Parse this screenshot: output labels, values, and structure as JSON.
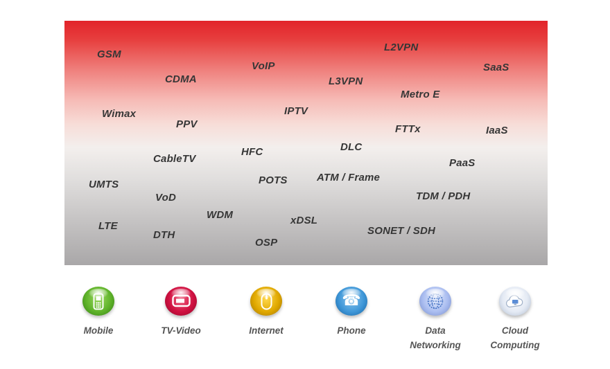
{
  "cloud": {
    "terms": [
      {
        "label": "GSM"
      },
      {
        "label": "VoIP"
      },
      {
        "label": "L2VPN"
      },
      {
        "label": "SaaS"
      },
      {
        "label": "CDMA"
      },
      {
        "label": "L3VPN"
      },
      {
        "label": "Metro E"
      },
      {
        "label": "Wimax"
      },
      {
        "label": "IPTV"
      },
      {
        "label": "FTTx"
      },
      {
        "label": "IaaS"
      },
      {
        "label": "PPV"
      },
      {
        "label": "DLC"
      },
      {
        "label": "HFC"
      },
      {
        "label": "CableTV"
      },
      {
        "label": "PaaS"
      },
      {
        "label": "POTS"
      },
      {
        "label": "ATM / Frame"
      },
      {
        "label": "UMTS"
      },
      {
        "label": "TDM / PDH"
      },
      {
        "label": "VoD"
      },
      {
        "label": "WDM"
      },
      {
        "label": "xDSL"
      },
      {
        "label": "LTE"
      },
      {
        "label": "SONET / SDH"
      },
      {
        "label": "DTH"
      },
      {
        "label": "OSP"
      }
    ]
  },
  "legend": [
    {
      "label": "Mobile",
      "color": "#5fb32a"
    },
    {
      "label": "TV-Video",
      "color": "#cf1040"
    },
    {
      "label": "Internet",
      "color": "#e0a800"
    },
    {
      "label": "Phone",
      "color": "#3f97d8"
    },
    {
      "label": "Data Networking",
      "color": "#aabdf0"
    },
    {
      "label": "Cloud Computing",
      "color": "#e4eaf4"
    }
  ]
}
